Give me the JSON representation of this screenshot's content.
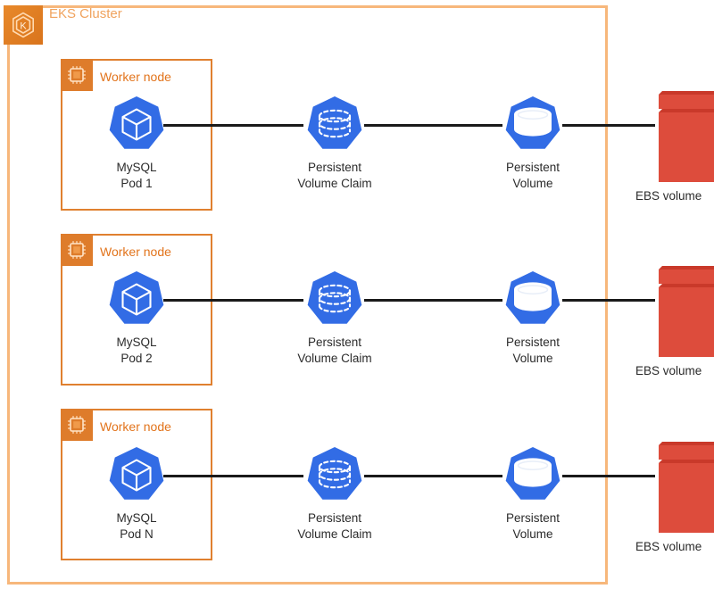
{
  "diagram": {
    "title": "EKS Cluster",
    "cluster": {
      "label": "EKS Cluster",
      "logo_icon": "eks-kubernetes-hexagon-icon",
      "border_color": "#F7B77B",
      "label_color": "#F0A35E",
      "logo_bg_color": "#E0802F"
    },
    "worker_node": {
      "label": "Worker node",
      "icon": "cpu-chip-icon",
      "border_color": "#E0802F",
      "label_color": "#E2741C",
      "badge_bg_color": "#DE7C2B"
    },
    "colors": {
      "kubernetes_blue": "#326CE5",
      "ebs_red": "#DD4C3C",
      "ebs_red_dark": "#C9392A",
      "connector_black": "#1a1a1a"
    },
    "rows": [
      {
        "worker_node_label": "Worker node",
        "pod": {
          "icon": "kubernetes-pod-cube-icon",
          "line1": "MySQL",
          "line2": "Pod 1"
        },
        "pvc": {
          "icon": "persistent-volume-claim-dashed-cylinder-icon",
          "line1": "Persistent",
          "line2": "Volume Claim"
        },
        "pv": {
          "icon": "persistent-volume-cylinder-icon",
          "line1": "Persistent",
          "line2": "Volume"
        },
        "ebs": {
          "icon": "ebs-volume-icon",
          "label": "EBS volume"
        }
      },
      {
        "worker_node_label": "Worker node",
        "pod": {
          "icon": "kubernetes-pod-cube-icon",
          "line1": "MySQL",
          "line2": "Pod 2"
        },
        "pvc": {
          "icon": "persistent-volume-claim-dashed-cylinder-icon",
          "line1": "Persistent",
          "line2": "Volume Claim"
        },
        "pv": {
          "icon": "persistent-volume-cylinder-icon",
          "line1": "Persistent",
          "line2": "Volume"
        },
        "ebs": {
          "icon": "ebs-volume-icon",
          "label": "EBS volume"
        }
      },
      {
        "worker_node_label": "Worker node",
        "pod": {
          "icon": "kubernetes-pod-cube-icon",
          "line1": "MySQL",
          "line2": "Pod N"
        },
        "pvc": {
          "icon": "persistent-volume-claim-dashed-cylinder-icon",
          "line1": "Persistent",
          "line2": "Volume Claim"
        },
        "pv": {
          "icon": "persistent-volume-cylinder-icon",
          "line1": "Persistent",
          "line2": "Volume"
        },
        "ebs": {
          "icon": "ebs-volume-icon",
          "label": "EBS volume"
        }
      }
    ]
  }
}
